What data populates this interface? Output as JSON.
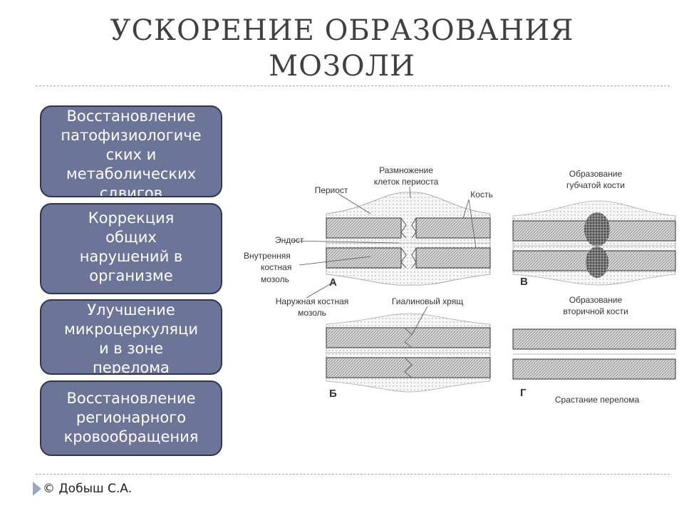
{
  "slide": {
    "title_line1": "УСКОРЕНИЕ ОБРАЗОВАНИЯ",
    "title_line2": "МОЗОЛИ",
    "boxes": [
      {
        "lines": [
          "Восстановление",
          "патофизиологиче",
          "ских и",
          "метаболических",
          "сдвигов"
        ]
      },
      {
        "lines": [
          "Коррекция",
          "общих",
          "нарушений в",
          "организме"
        ]
      },
      {
        "lines": [
          "Улучшение",
          "микроцеркуляци",
          "и в зоне",
          "перелома"
        ]
      },
      {
        "lines": [
          "Восстановление",
          "регионарного",
          "кровообращения"
        ]
      }
    ],
    "footer": "© Добыш С.А."
  },
  "diagram": {
    "labels": {
      "periost": "Периост",
      "proliferation_1": "Размножение",
      "proliferation_2": "клеток периоста",
      "bone": "Кость",
      "endost": "Эндост",
      "inner_callus_1": "Внутренняя",
      "inner_callus_2": "костная",
      "inner_callus_3": "мозоль",
      "outer_callus_1": "Наружная костная",
      "outer_callus_2": "мозоль",
      "hyaline": "Гиалиновый хрящ",
      "spongy_1": "Образование",
      "spongy_2": "губчатой кости",
      "secondary_1": "Образование",
      "secondary_2": "вторичной кости",
      "fusion": "Срастание перелома"
    },
    "panels": {
      "a": "А",
      "b": "Б",
      "v": "В",
      "g": "Г"
    }
  }
}
